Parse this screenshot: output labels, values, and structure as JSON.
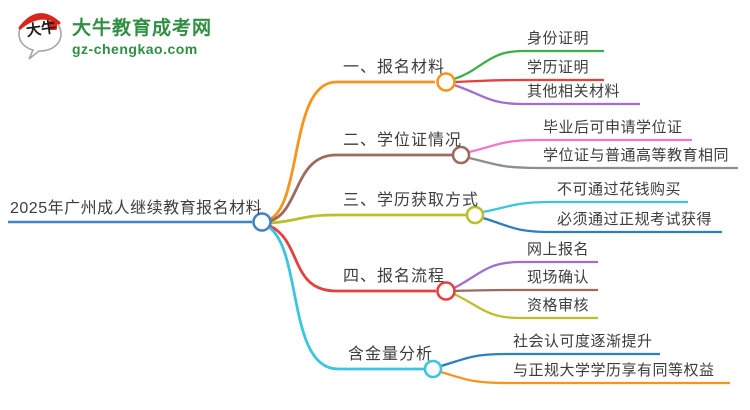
{
  "logo": {
    "bubble_text": "大牛",
    "title": "大牛教育成考网",
    "domain": "gz-chengkao.com",
    "brand_color": "#2f8f43",
    "seal_color": "#d9251c"
  },
  "mindmap": {
    "root": {
      "label": "2025年广州成人继续教育报名材料",
      "color": "#3e84c6"
    },
    "branches": [
      {
        "label": "一、报名材料",
        "color": "#f7941d",
        "children": [
          {
            "label": "身份证明",
            "color": "#3fae4c"
          },
          {
            "label": "学历证明",
            "color": "#e5403e"
          },
          {
            "label": "其他相关材料",
            "color": "#a16fce"
          }
        ]
      },
      {
        "label": "二、学位证情况",
        "color": "#9e6a5e",
        "children": [
          {
            "label": "毕业后可申请学位证",
            "color": "#f277c2"
          },
          {
            "label": "学位证与普通高等教育相同",
            "color": "#8e8e8e"
          }
        ]
      },
      {
        "label": "三、学历获取方式",
        "color": "#bcbf2b",
        "children": [
          {
            "label": "不可通过花钱购买",
            "color": "#3cc5e0"
          },
          {
            "label": "必须通过正规考试获得",
            "color": "#2e7fc2"
          }
        ]
      },
      {
        "label": "四、报名流程",
        "color": "#e5403e",
        "children": [
          {
            "label": "网上报名",
            "color": "#a16fce"
          },
          {
            "label": "现场确认",
            "color": "#9e6a5e"
          },
          {
            "label": "资格审核",
            "color": "#bcbf2b"
          }
        ]
      },
      {
        "label": "含金量分析",
        "color": "#3cc5e0",
        "children": [
          {
            "label": "社会认可度逐渐提升",
            "color": "#2e7fc2"
          },
          {
            "label": "与正规大学学历享有同等权益",
            "color": "#f7941d"
          }
        ]
      }
    ]
  }
}
